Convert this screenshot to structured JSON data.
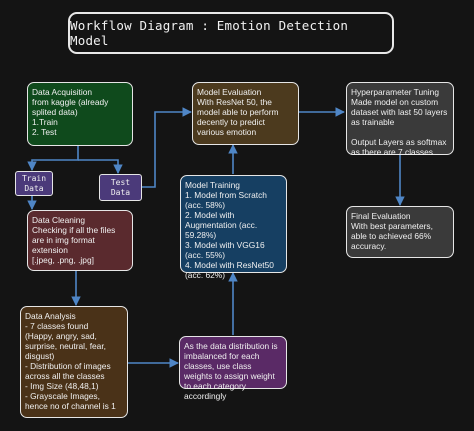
{
  "title": "Workflow Diagram : Emotion Detection Model",
  "nodes": {
    "data_acquisition": "Data Acquisition\nfrom kaggle (already splited data)\n1.Train\n2. Test",
    "train_data": "Train\nData",
    "test_data": "Test\nData",
    "data_cleaning": "Data Cleaning\nChecking if all the files are in img format extension\n[.jpeg, .png, .jpg]",
    "data_analysis": "Data Analysis\n- 7 classes found\n(Happy, angry, sad, surprise, neutral, fear, disgust)\n- Distribution of images across all the classes\n- Img Size (48,48,1)\n- Grayscale Images, hence no of channel is 1",
    "class_weights": "As the data distribution is imbalanced for each classes, use class weights to assign weight to each category accordingly",
    "model_training": "Model Training\n1. Model from Scratch (acc. 58%)\n2. Model with Augmentation (acc. 59.28%)\n3. Model with VGG16 (acc. 55%)\n4. Model with ResNet50 (acc. 62%)",
    "model_evaluation": "Model Evaluation\nWith ResNet 50, the model able to perform decently to predict various emotion",
    "hyperparameter_tuning": "Hyperparameter Tuning\nMade model on custom dataset with last 50 layers as trainable\n\nOutput Layers as softmax as there are 7 classes",
    "final_evaluation": "Final Evaluation\nWith best parameters, able to achieved 66% accuracy."
  },
  "colors": {
    "background": "#141414",
    "arrow": "#4f86c6",
    "acquisition": "#0f4a1c",
    "tag": "#4b3a7a",
    "cleaning": "#5a2a2e",
    "analysis": "#4a3218",
    "class_weights": "#5a2a66",
    "training": "#163f62",
    "evaluation": "#4c3a1e",
    "tuning": "#3a3a3a",
    "final": "#3a3a3a"
  }
}
